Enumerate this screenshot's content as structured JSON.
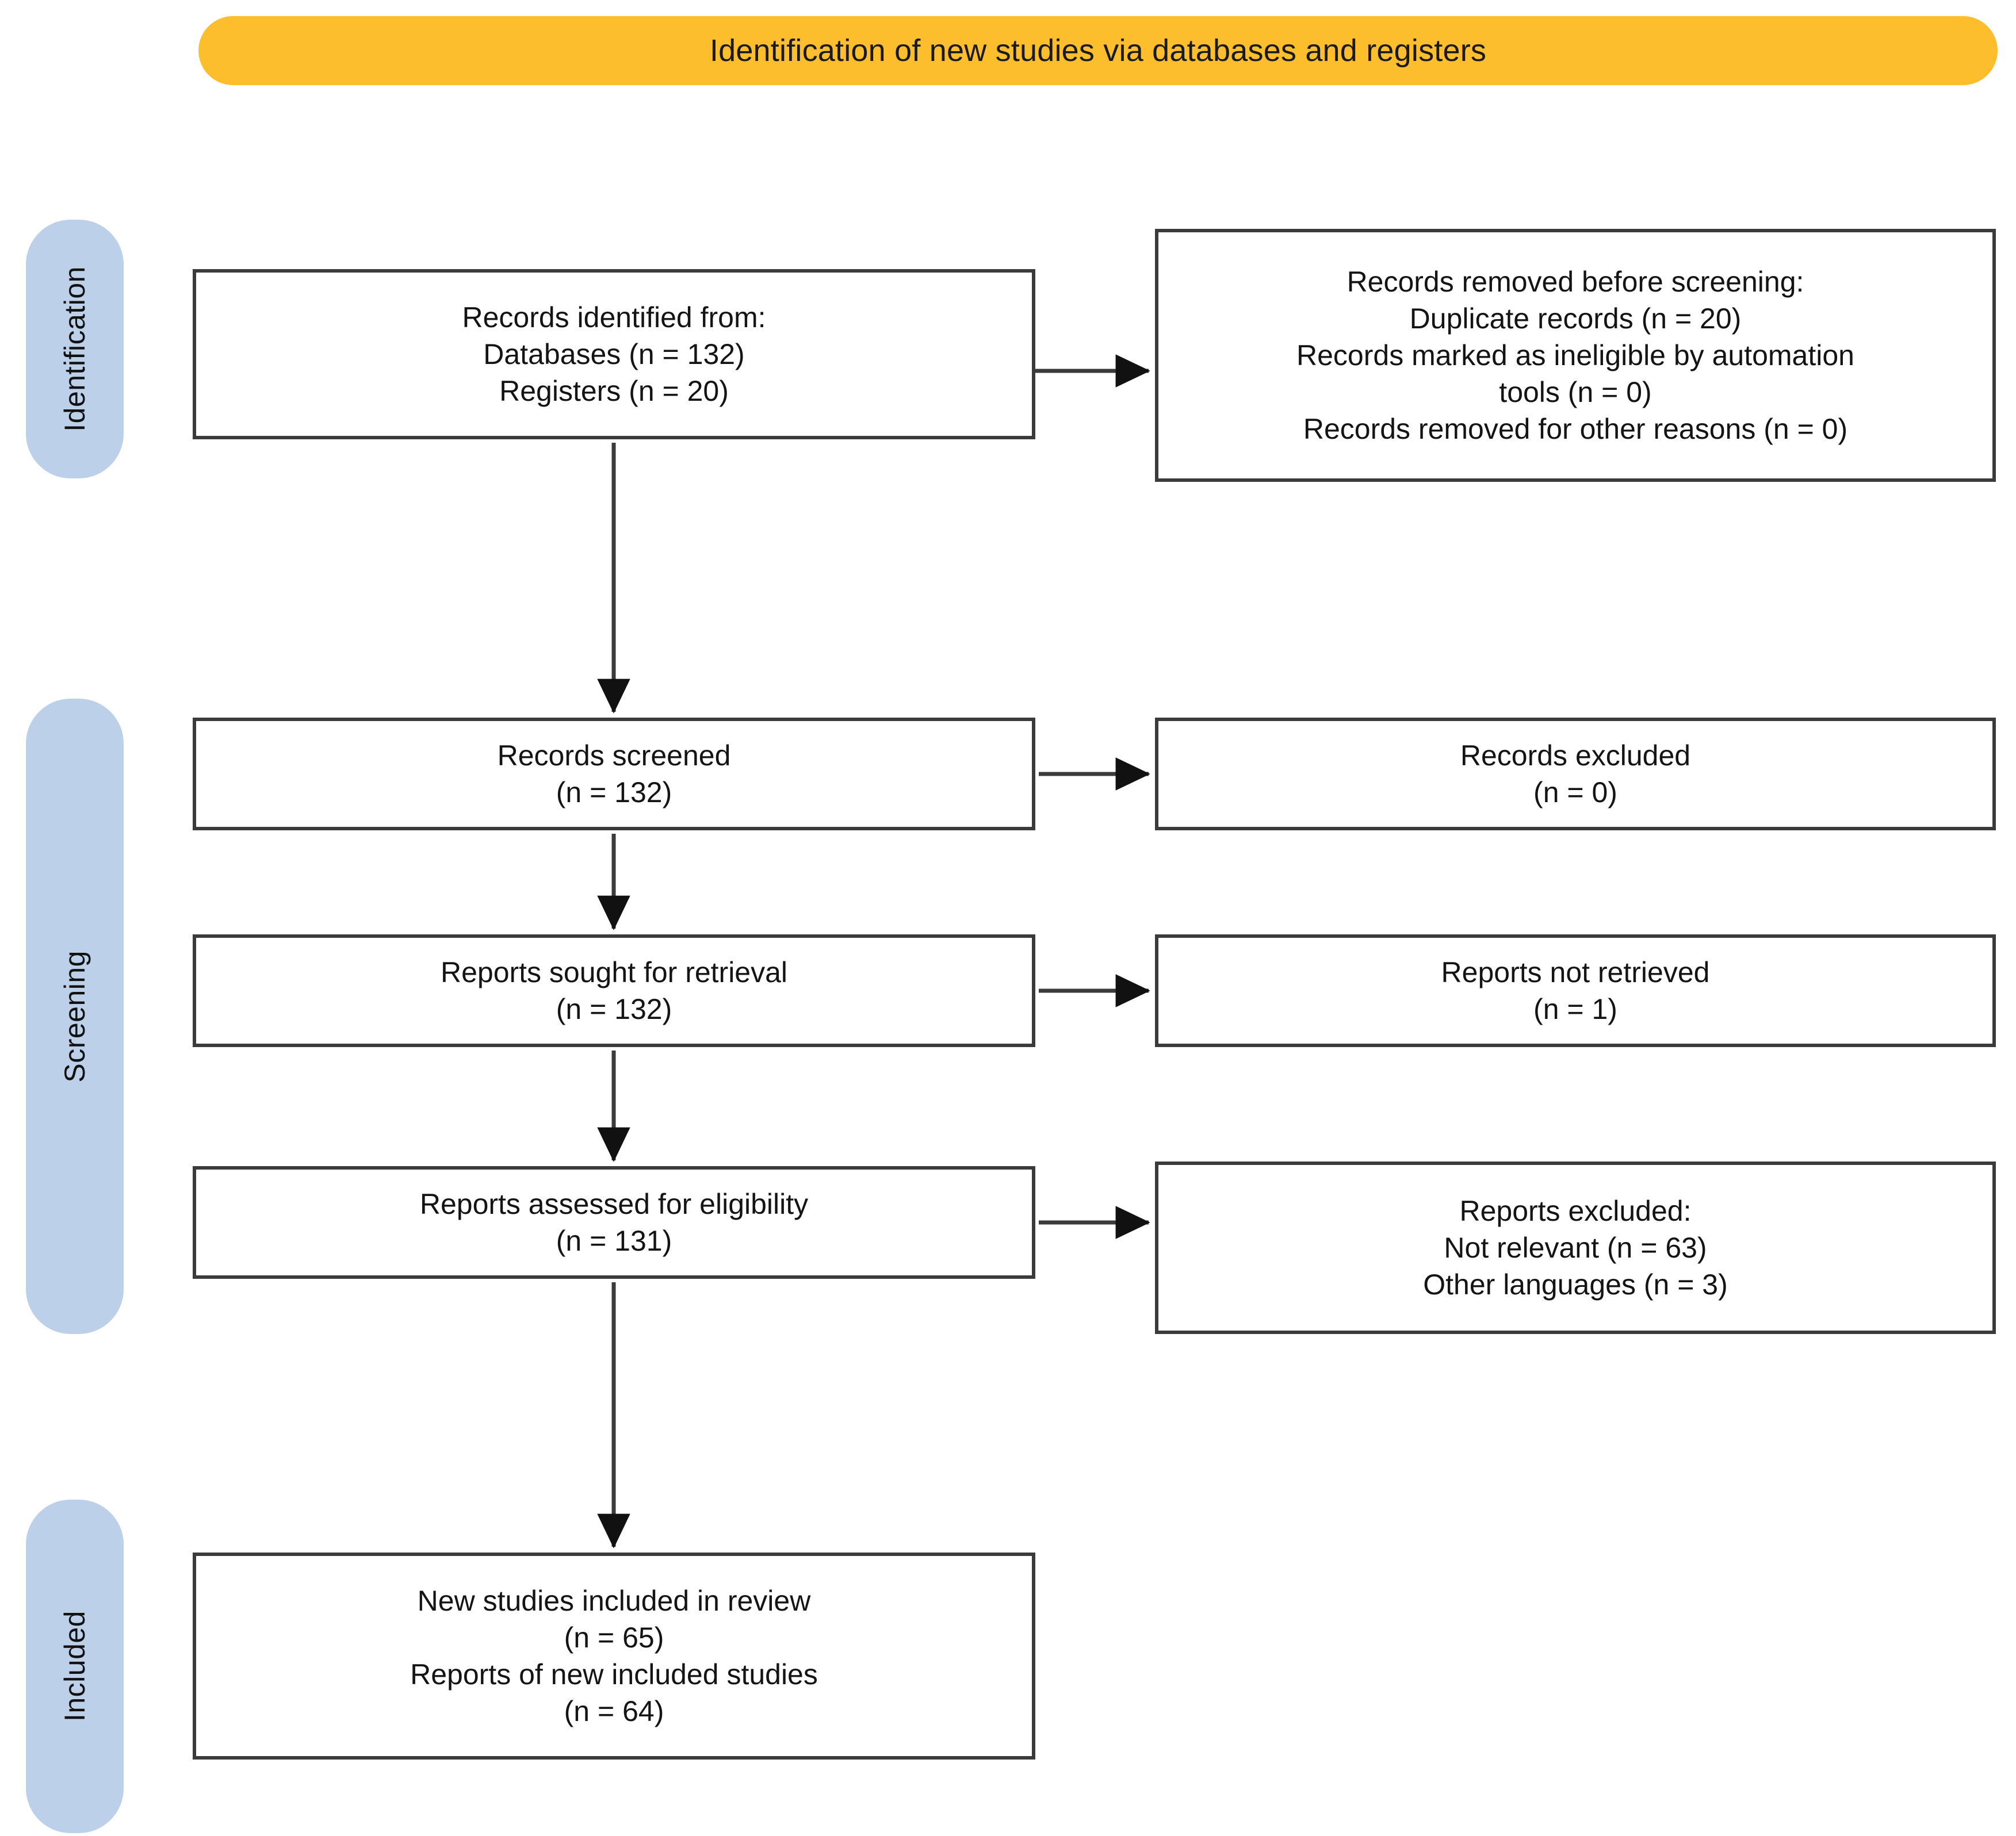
{
  "header": {
    "title": "Identification of new studies via databases and registers",
    "background_color": "#FCBE2C"
  },
  "stages": {
    "color": "#BDD0EA",
    "identification": "Identification",
    "screening": "Screening",
    "included": "Included"
  },
  "boxes": {
    "identified": {
      "lines": [
        "Records identified from:",
        "Databases (n = 132)",
        "Registers (n = 20)"
      ]
    },
    "removed_before_screening": {
      "lines": [
        "Records removed before screening:",
        "Duplicate records (n = 20)",
        "Records marked as ineligible by automation",
        "tools  (n = 0)",
        "Records removed for other reasons (n = 0)"
      ]
    },
    "records_screened": {
      "lines": [
        "Records screened",
        "(n = 132)"
      ]
    },
    "records_excluded": {
      "lines": [
        "Records excluded",
        "(n = 0)"
      ]
    },
    "reports_sought": {
      "lines": [
        "Reports sought for retrieval",
        "(n = 132)"
      ]
    },
    "reports_not_retrieved": {
      "lines": [
        "Reports not retrieved",
        "(n = 1)"
      ]
    },
    "reports_assessed": {
      "lines": [
        "Reports assessed for eligibility",
        "(n = 131)"
      ]
    },
    "reports_excluded": {
      "lines": [
        "Reports excluded:",
        "Not relevant (n = 63)",
        "Other languages (n = 3)"
      ]
    },
    "new_studies_included": {
      "lines": [
        "New studies included in review",
        "(n = 65)",
        "Reports of new included studies",
        "(n = 64)"
      ]
    }
  },
  "chart_data": {
    "type": "diagram",
    "title": "Identification of new studies via databases and registers",
    "diagram_kind": "PRISMA 2020 flow diagram",
    "stages": [
      "Identification",
      "Screening",
      "Included"
    ],
    "nodes": [
      {
        "id": "identified",
        "stage": "Identification",
        "column": "left",
        "label": "Records identified from:",
        "counts": {
          "Databases": 132,
          "Registers": 20
        }
      },
      {
        "id": "removed_before_screening",
        "stage": "Identification",
        "column": "right",
        "label": "Records removed before screening:",
        "counts": {
          "Duplicate records": 20,
          "Records marked as ineligible by automation tools": 0,
          "Records removed for other reasons": 0
        }
      },
      {
        "id": "records_screened",
        "stage": "Screening",
        "column": "left",
        "label": "Records screened",
        "counts": {
          "n": 132
        }
      },
      {
        "id": "records_excluded",
        "stage": "Screening",
        "column": "right",
        "label": "Records excluded",
        "counts": {
          "n": 0
        }
      },
      {
        "id": "reports_sought",
        "stage": "Screening",
        "column": "left",
        "label": "Reports sought for retrieval",
        "counts": {
          "n": 132
        }
      },
      {
        "id": "reports_not_retrieved",
        "stage": "Screening",
        "column": "right",
        "label": "Reports not retrieved",
        "counts": {
          "n": 1
        }
      },
      {
        "id": "reports_assessed",
        "stage": "Screening",
        "column": "left",
        "label": "Reports assessed for eligibility",
        "counts": {
          "n": 131
        }
      },
      {
        "id": "reports_excluded",
        "stage": "Screening",
        "column": "right",
        "label": "Reports excluded:",
        "counts": {
          "Not relevant": 63,
          "Other languages": 3
        }
      },
      {
        "id": "new_studies_included",
        "stage": "Included",
        "column": "left",
        "label": "New studies included in review",
        "counts": {
          "New studies included in review": 65,
          "Reports of new included studies": 64
        }
      }
    ],
    "edges": [
      {
        "from": "identified",
        "to": "removed_before_screening",
        "direction": "right"
      },
      {
        "from": "identified",
        "to": "records_screened",
        "direction": "down"
      },
      {
        "from": "records_screened",
        "to": "records_excluded",
        "direction": "right"
      },
      {
        "from": "records_screened",
        "to": "reports_sought",
        "direction": "down"
      },
      {
        "from": "reports_sought",
        "to": "reports_not_retrieved",
        "direction": "right"
      },
      {
        "from": "reports_sought",
        "to": "reports_assessed",
        "direction": "down"
      },
      {
        "from": "reports_assessed",
        "to": "reports_excluded",
        "direction": "right"
      },
      {
        "from": "reports_assessed",
        "to": "new_studies_included",
        "direction": "down"
      }
    ]
  }
}
